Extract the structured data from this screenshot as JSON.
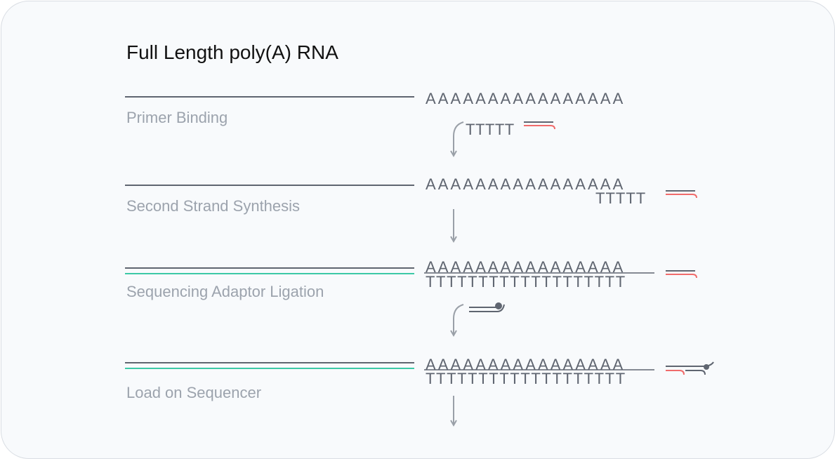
{
  "title": "Full Length poly(A) RNA",
  "steps": [
    {
      "label": "Primer Binding",
      "polyA": "AAAAAAAAAAAAAAAA",
      "polyT": "TTTTT"
    },
    {
      "label": "Second Strand Synthesis",
      "polyA": "AAAAAAAAAAAAAAAA",
      "polyT": "TTTTT"
    },
    {
      "label": "Sequencing Adaptor Ligation",
      "polyA": "AAAAAAAAAAAAAAAA",
      "polyT": "TTTTTTTTTTTTTTTTTTT"
    },
    {
      "label": "Load on Sequencer",
      "polyA": "AAAAAAAAAAAAAAAA",
      "polyT": "TTTTTTTTTTTTTTTTTTT"
    }
  ],
  "colors": {
    "strand": "#5f6570",
    "second_strand": "#3cc9a6",
    "primer": "#f06b6b",
    "arrow": "#9aa0a8",
    "label": "#9ca3ad",
    "background": "#f8fafc"
  }
}
